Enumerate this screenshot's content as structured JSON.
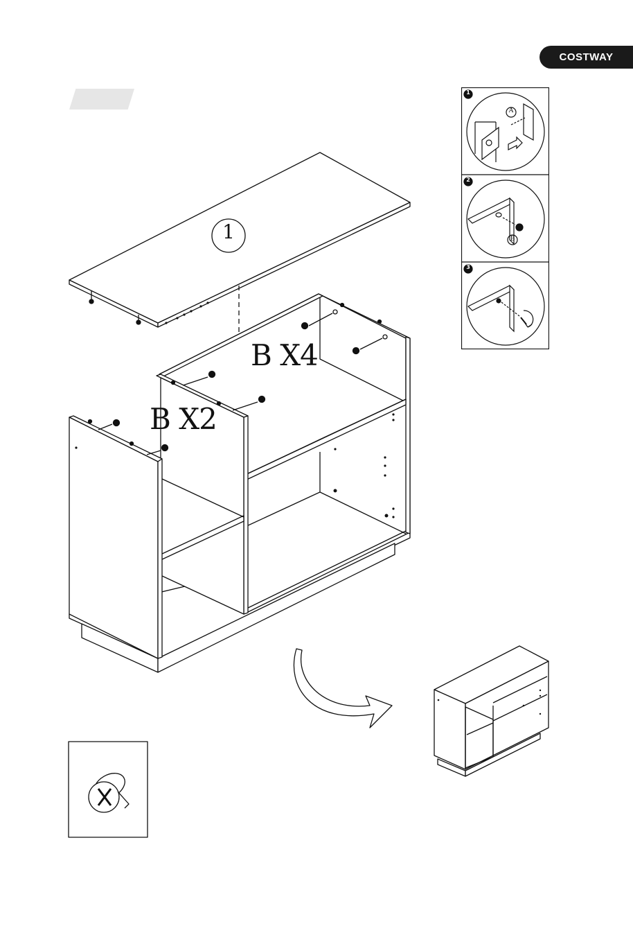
{
  "header": {
    "brand": "COSTWAY"
  },
  "diagram": {
    "panel_number": "1",
    "label_b_x4": "B X4",
    "label_b_x2": "B X2"
  },
  "detail_steps": [
    {
      "number": "1",
      "part_label": "A"
    },
    {
      "number": "2",
      "part_label": "B"
    },
    {
      "number": "3"
    }
  ]
}
